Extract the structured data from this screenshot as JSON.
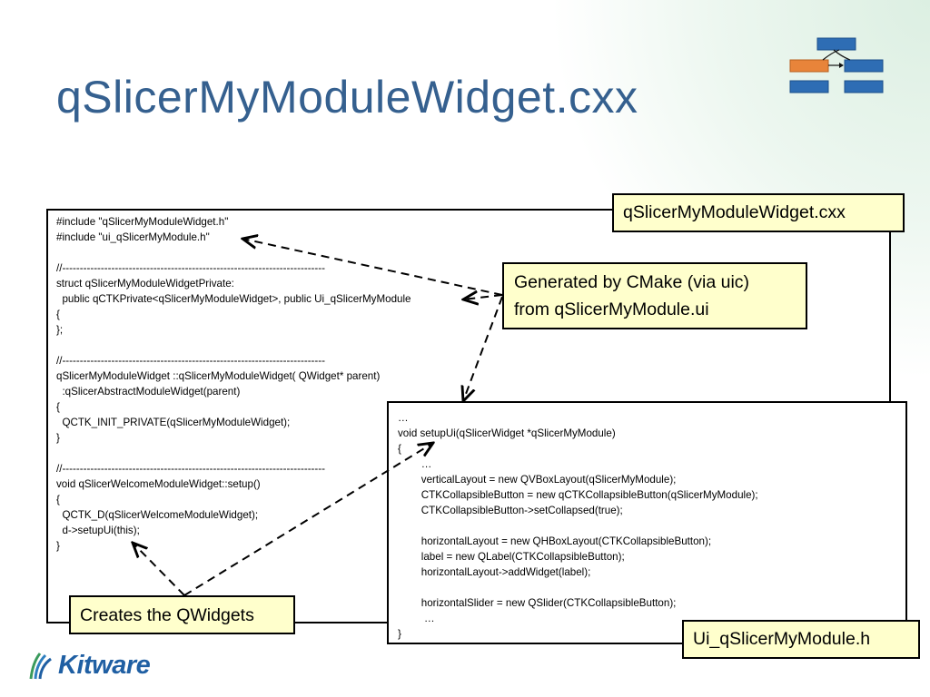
{
  "slide": {
    "title": "qSlicerMyModuleWidget.cxx"
  },
  "colors": {
    "title": "#35608f",
    "callout_fill": "#ffffcc",
    "kitware_blue": "#1f5fa3",
    "logo_blue": "#2e6db4",
    "logo_orange": "#e8843a"
  },
  "code_main": {
    "text": "#include \"qSlicerMyModuleWidget.h\"\n#include \"ui_qSlicerMyModule.h\"\n\n//---------------------------------------------------------------------------\nstruct qSlicerMyModuleWidgetPrivate:\n  public qCTKPrivate<qSlicerMyModuleWidget>, public Ui_qSlicerMyModule\n{\n};\n\n//---------------------------------------------------------------------------\nqSlicerMyModuleWidget ::qSlicerMyModuleWidget( QWidget* parent)\n  :qSlicerAbstractModuleWidget(parent)\n{\n  QCTK_INIT_PRIVATE(qSlicerMyModuleWidget);\n}\n\n//---------------------------------------------------------------------------\nvoid qSlicerWelcomeModuleWidget::setup()\n{\n  QCTK_D(qSlicerWelcomeModuleWidget);\n  d->setupUi(this);\n}"
  },
  "code_ui": {
    "text": "…\nvoid setupUi(qSlicerWidget *qSlicerMyModule)\n{\n        …\n        verticalLayout = new QVBoxLayout(qSlicerMyModule);\n        CTKCollapsibleButton = new qCTKCollapsibleButton(qSlicerMyModule);\n        CTKCollapsibleButton->setCollapsed(true);\n\n        horizontalLayout = new QHBoxLayout(CTKCollapsibleButton);\n        label = new QLabel(CTKCollapsibleButton);\n        horizontalLayout->addWidget(label);\n\n        horizontalSlider = new QSlider(CTKCollapsibleButton);\n         …\n}"
  },
  "callouts": {
    "cxx_label": "qSlicerMyModuleWidget.cxx",
    "generated_line1": "Generated by CMake (via uic)",
    "generated_line2": "from qSlicerMyModule.ui",
    "creates": "Creates the QWidgets",
    "ui_header": "Ui_qSlicerMyModule.h"
  },
  "footer": {
    "brand": "Kitware",
    "icon": "kitware-logo-icon"
  }
}
